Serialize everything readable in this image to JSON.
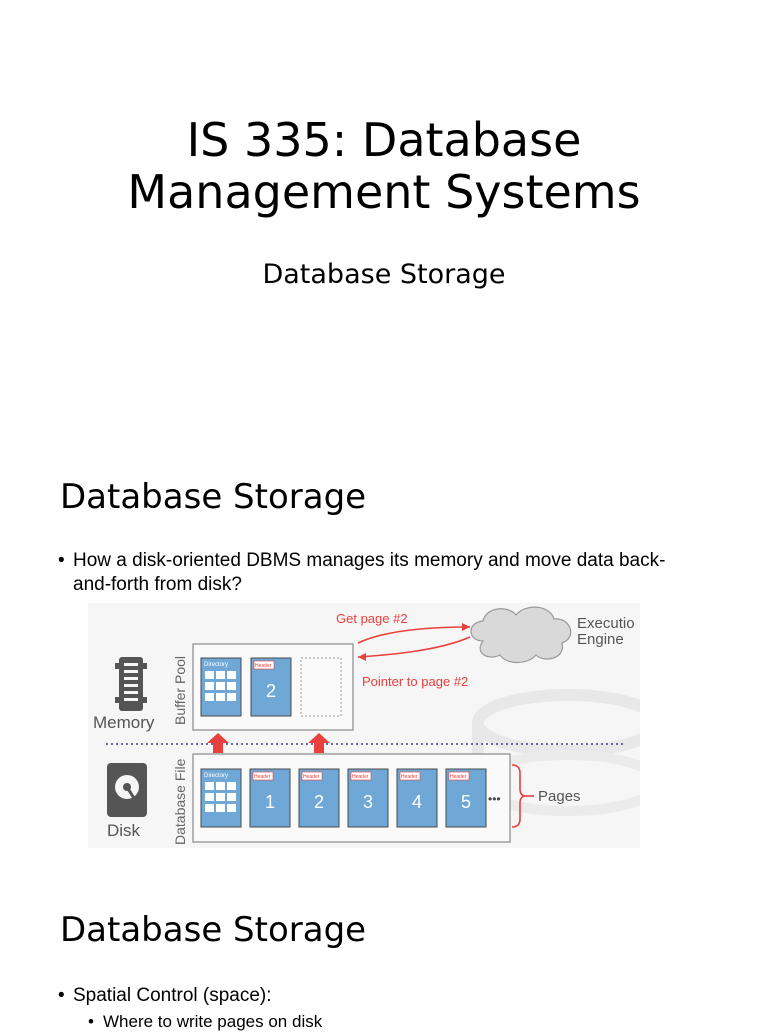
{
  "slide1": {
    "title_line1": "IS 335: Database",
    "title_line2": "Management Systems",
    "subtitle": "Database Storage"
  },
  "slide2": {
    "heading": "Database Storage",
    "bullet": "How a disk-oriented DBMS manages its memory and move data back-and-forth from disk?",
    "bullet_line1": "How a disk-oriented DBMS manages its memory and move data back-",
    "bullet_line2": "and-forth from disk?",
    "diagram": {
      "get_page_label": "Get page #2",
      "pointer_label": "Pointer to page #2",
      "engine_line1": "Executio",
      "engine_line2": "Engine",
      "memory_label": "Memory",
      "disk_label": "Disk",
      "buffer_pool_label": "Buffer Pool",
      "database_file_label": "Database File",
      "pages_label": "Pages",
      "directory_label": "Directory",
      "header_label": "Header",
      "buffer_page_number": "2",
      "disk_page_numbers": [
        "1",
        "2",
        "3",
        "4",
        "5"
      ],
      "ellipsis": "•••",
      "colors": {
        "red": "#e8403c",
        "blue": "#6fa8d6",
        "dotted_line": "#3a3a8c"
      }
    }
  },
  "slide3": {
    "heading": "Database Storage",
    "bullet": "Spatial Control (space):",
    "sub_bullet": "Where to write pages on disk"
  }
}
